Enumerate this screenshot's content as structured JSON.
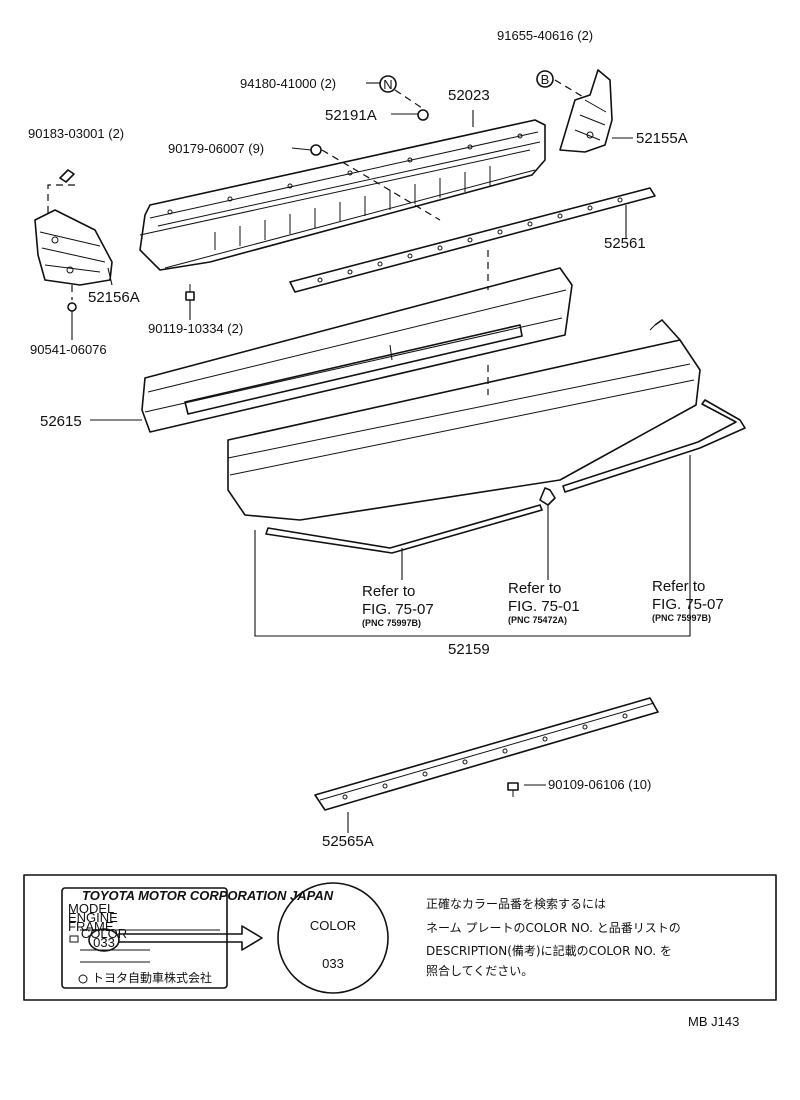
{
  "labels": {
    "p91655": "91655-40616 (2)",
    "p94180": "94180-41000 (2)",
    "p52023": "52023",
    "p52191A": "52191A",
    "p90183": "90183-03001 (2)",
    "p90179": "90179-06007 (9)",
    "p52155A": "52155A",
    "p52561": "52561",
    "p52156A": "52156A",
    "p90119": "90119-10334 (2)",
    "p90541": "90541-06076",
    "p52615": "52615",
    "p52159": "52159",
    "p52565A": "52565A",
    "p90109": "90109-06106 (10)",
    "markN": "N",
    "markB": "B"
  },
  "refs": [
    {
      "refer": "Refer to",
      "fig": "FIG. 75-07",
      "pnc": "(PNC 75997B)"
    },
    {
      "refer": "Refer to",
      "fig": "FIG. 75-01",
      "pnc": "(PNC 75472A)"
    },
    {
      "refer": "Refer to",
      "fig": "FIG. 75-07",
      "pnc": "(PNC 75997B)"
    }
  ],
  "plate": {
    "maker": "TOYOTA MOTOR CORPORATION JAPAN",
    "rows": [
      "MODEL",
      "ENGINE",
      "FRAME"
    ],
    "color_word": "COLOR",
    "color_code": "033",
    "company_jp": "トヨタ自動車株式会社"
  },
  "badge": {
    "word": "COLOR",
    "code": "033"
  },
  "note_lines": [
    "正確なカラー品番を検索するには",
    "ネーム プレートのCOLOR NO. と品番リストの",
    "DESCRIPTION(備考)に記載のCOLOR NO. を",
    "照合してください。"
  ],
  "footer": "MB  J143"
}
